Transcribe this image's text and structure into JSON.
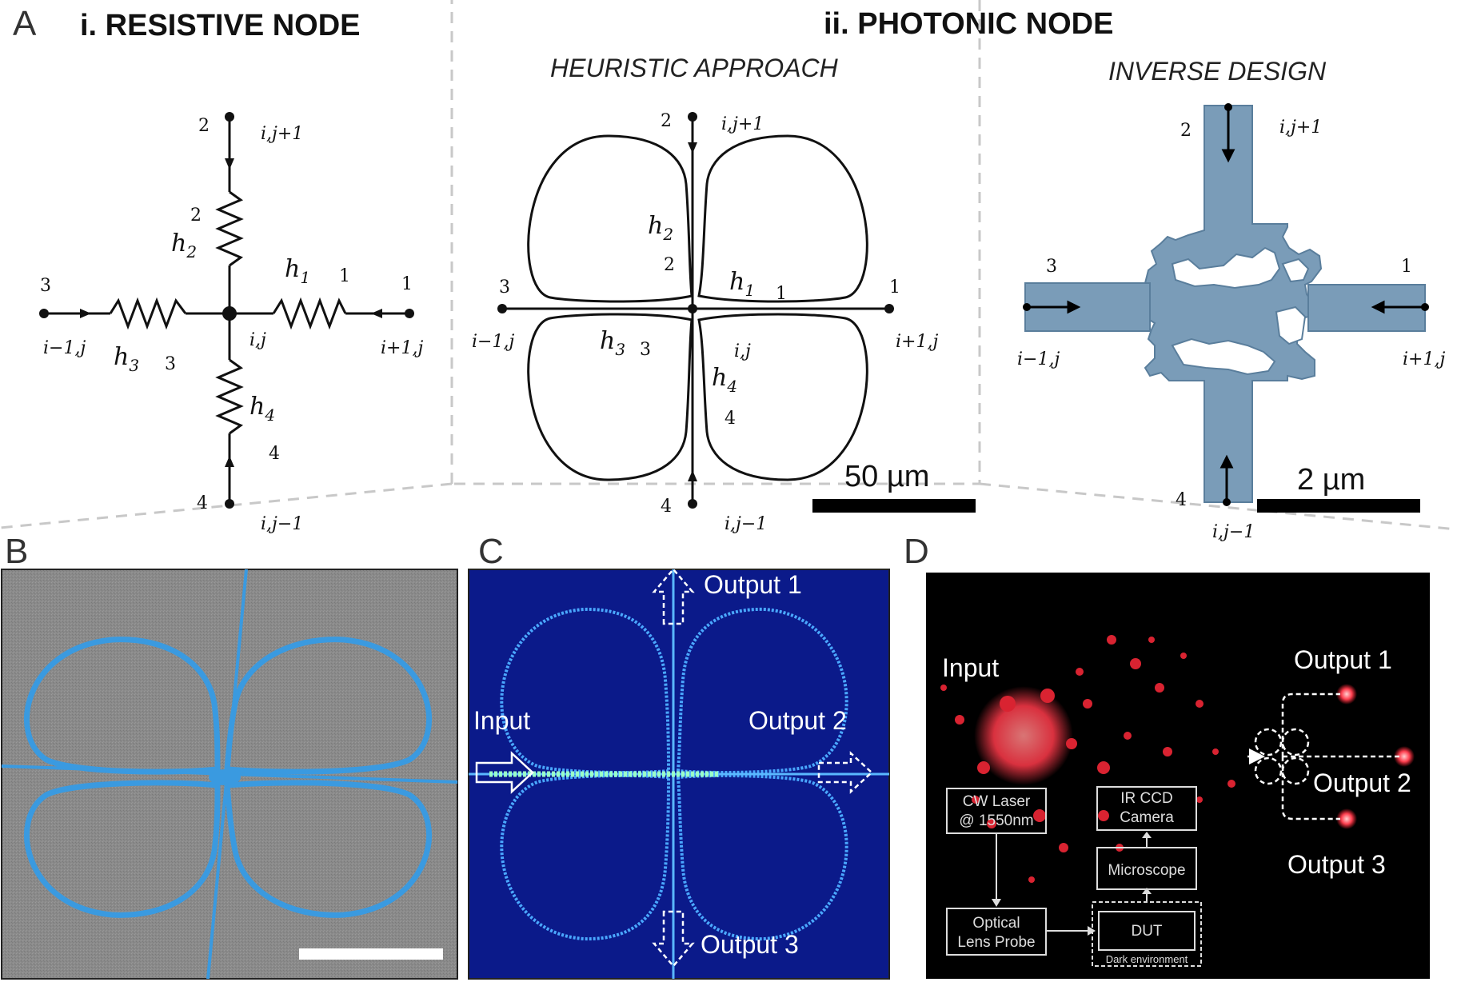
{
  "panels": {
    "a": {
      "letter": "A",
      "resistive_title": "i. RESISTIVE NODE",
      "photonic_title": "ii. PHOTONIC NODE",
      "heuristic_title": "HEURISTIC APPROACH",
      "inverse_title": "INVERSE DESIGN"
    },
    "b": {
      "letter": "B"
    },
    "c": {
      "letter": "C",
      "input": "Input",
      "output1": "Output 1",
      "output2": "Output 2",
      "output3": "Output 3"
    },
    "d": {
      "letter": "D",
      "input": "Input",
      "output1": "Output 1",
      "output2": "Output 2",
      "output3": "Output 3",
      "laser": [
        "CW Laser",
        "@ 1550nm"
      ],
      "camera": [
        "IR CCD",
        "Camera"
      ],
      "microscope": "Microscope",
      "probe": [
        "Optical",
        "Lens Probe"
      ],
      "dut": "DUT",
      "dark": "Dark environment"
    }
  },
  "resistive": {
    "port_nums": [
      "1",
      "2",
      "3",
      "4"
    ],
    "wire_nums": [
      "1",
      "2",
      "3",
      "4"
    ],
    "coords": {
      "up": "i,j+1",
      "left": "i−1,j",
      "right": "i+1,j",
      "down": "i,j−1",
      "center": "i,j"
    },
    "h": {
      "sym": "h",
      "s1": "1",
      "s2": "2",
      "s3": "3",
      "s4": "4"
    }
  },
  "heuristic": {
    "port_nums": [
      "1",
      "2",
      "3",
      "4"
    ],
    "wire_nums": [
      "1",
      "2",
      "3",
      "4"
    ],
    "coords": {
      "up": "i,j+1",
      "left": "i−1,j",
      "right": "i+1,j",
      "down": "i,j−1",
      "center": "i,j"
    },
    "h": {
      "sym": "h",
      "s1": "1",
      "s2": "2",
      "s3": "3",
      "s4": "4"
    },
    "scale": "50 µm"
  },
  "inverse": {
    "port_nums": [
      "1",
      "2",
      "3",
      "4"
    ],
    "coords": {
      "up": "i,j+1",
      "left": "i−1,j",
      "right": "i+1,j",
      "down": "i,j−1"
    },
    "scale": "2 µm"
  },
  "colors": {
    "waveguide_blue": "#7a9cb8",
    "sem_gray": "#8c8c8c",
    "sem_ring": "#3a9ae0",
    "sim_bg": "#0b1a8a",
    "sim_ring": "#4aa8ff",
    "ir_red": "#ff2a3a",
    "ir_bg": "#000000"
  }
}
